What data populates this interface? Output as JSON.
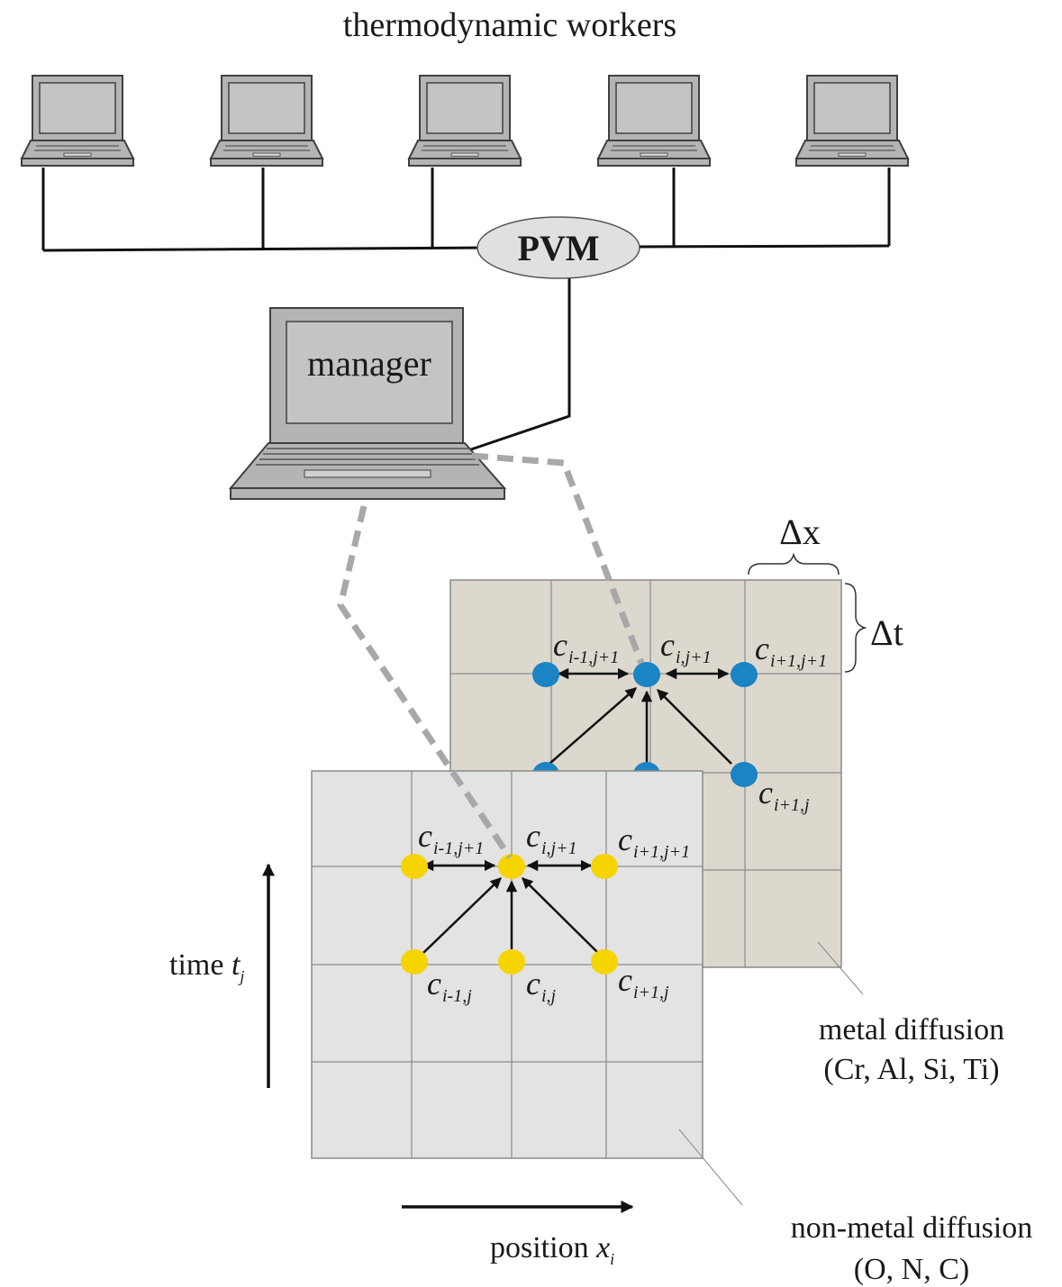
{
  "title": "thermodynamic workers",
  "hub_label": "PVM",
  "manager_label": "manager",
  "delta_x": "Δx",
  "delta_t": "Δt",
  "time_axis": {
    "prefix": "time ",
    "var": "t",
    "sub": "j"
  },
  "position_axis": {
    "prefix": "position ",
    "var": "x",
    "sub": "i"
  },
  "metal_grid": {
    "caption_line1": "metal diffusion",
    "caption_line2": "(Cr, Al, Si, Ti)",
    "node_color": "#1a84c4",
    "fill": "#ddd8ce",
    "labels": {
      "left_top": {
        "var": "c",
        "sub": "i-1,j+1"
      },
      "mid_top": {
        "var": "c",
        "sub": "i,j+1"
      },
      "right_top": {
        "var": "c",
        "sub": "i+1,j+1"
      },
      "right_bot": {
        "var": "c",
        "sub": "i+1,j"
      }
    }
  },
  "nonmetal_grid": {
    "caption_line1": "non-metal diffusion",
    "caption_line2": "(O, N, C)",
    "node_color": "#f5d400",
    "fill": "#e3e3e3",
    "labels": {
      "left_top": {
        "var": "c",
        "sub": "i-1,j+1"
      },
      "mid_top": {
        "var": "c",
        "sub": "i,j+1"
      },
      "right_top": {
        "var": "c",
        "sub": "i+1,j+1"
      },
      "left_bot": {
        "var": "c",
        "sub": "i-1,j"
      },
      "mid_bot": {
        "var": "c",
        "sub": "i,j"
      },
      "right_bot": {
        "var": "c",
        "sub": "i+1,j"
      }
    }
  },
  "colors": {
    "laptop": "#b4b4b4",
    "hub": "#e0e0e0",
    "dashed": "#a8a8a8",
    "grid_line": "#8a8a8a"
  }
}
